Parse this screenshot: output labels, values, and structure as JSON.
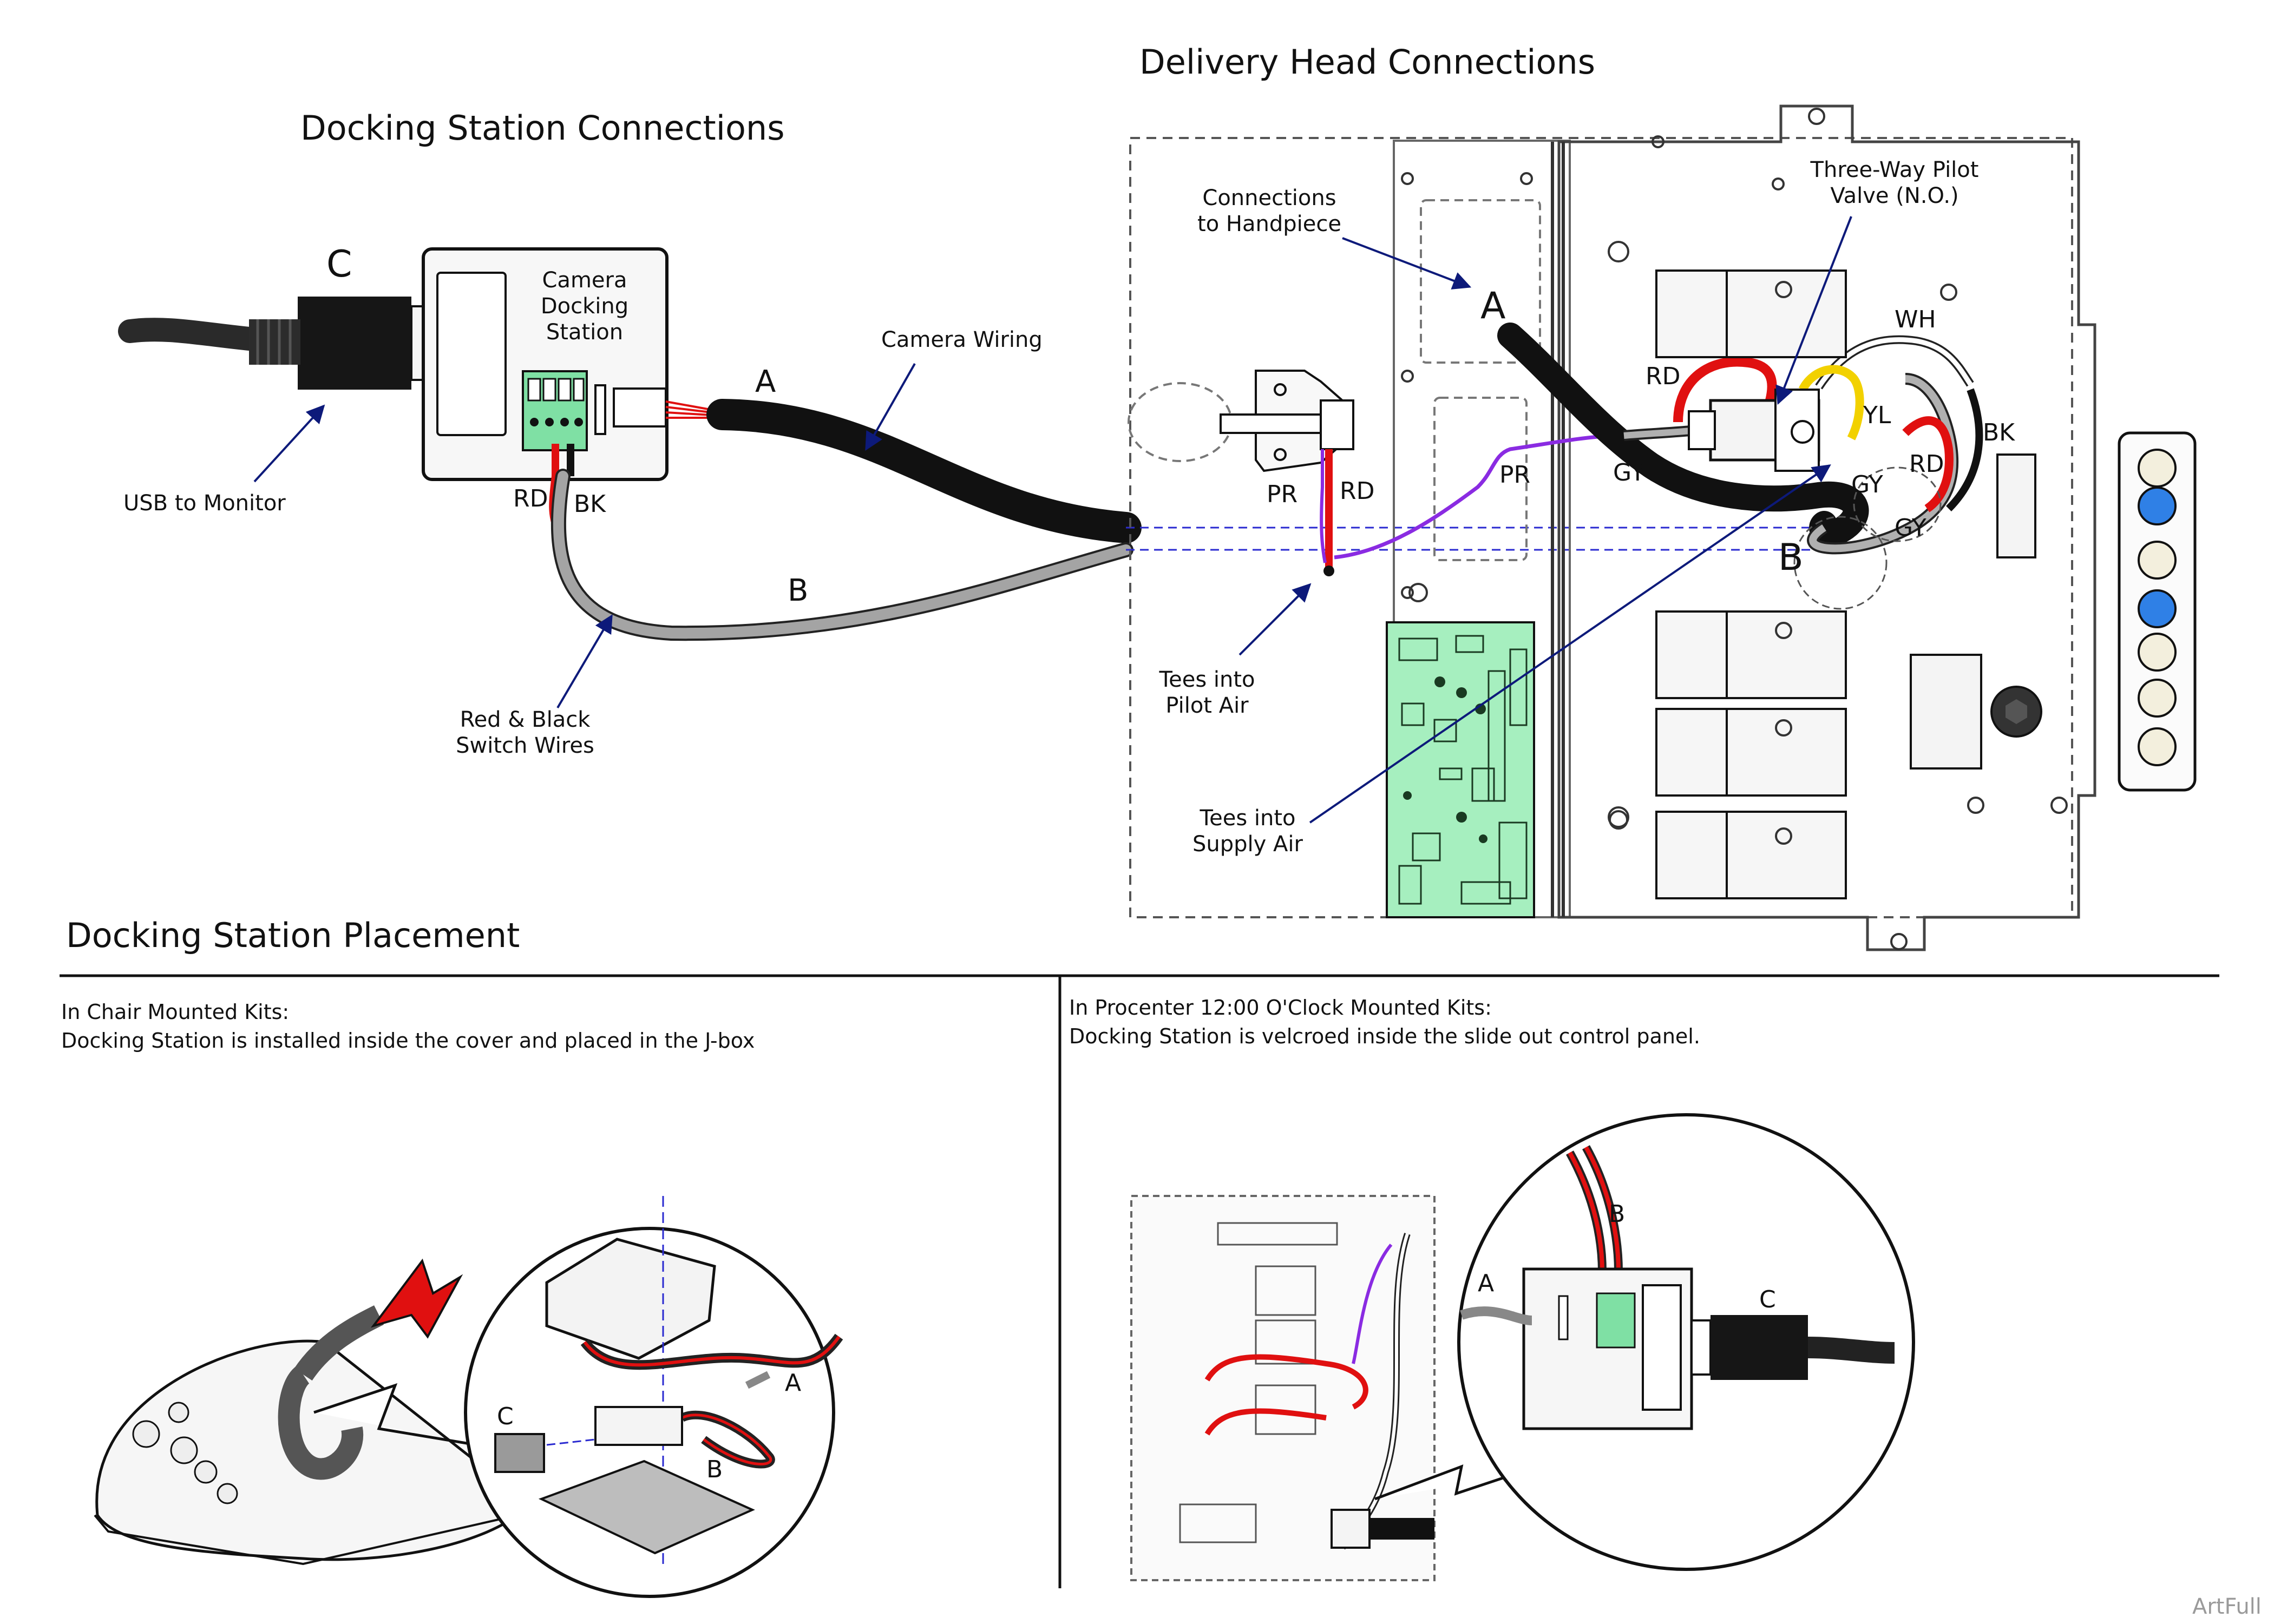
{
  "titles": {
    "docking_station_connections": "Docking Station Connections",
    "delivery_head_connections": "Delivery Head Connections",
    "docking_station_placement": "Docking Station Placement"
  },
  "docking": {
    "callout_c": "C",
    "station_label": [
      "Camera",
      "Docking",
      "Station"
    ],
    "wire_a": "A",
    "wire_b": "B",
    "camera_wiring": "Camera Wiring",
    "usb_to_monitor": "USB to Monitor",
    "rd": "RD",
    "bk": "BK",
    "switch_wires": [
      "Red & Black",
      "Switch Wires"
    ]
  },
  "delivery": {
    "connections_to_handpiece": [
      "Connections",
      "to Handpiece"
    ],
    "three_way_pilot_valve": [
      "Three-Way Pilot",
      "Valve (N.O.)"
    ],
    "wire_a": "A",
    "wire_b": "B",
    "pr": "PR",
    "rd": "RD",
    "pr2": "PR",
    "gy": "GY",
    "rd2": "RD",
    "wh": "WH",
    "yl": "YL",
    "bk": "BK",
    "rd3": "RD",
    "gy2": "GY",
    "gy3": "GY",
    "tees_pilot_air": [
      "Tees into",
      "Pilot Air"
    ],
    "tees_supply_air": [
      "Tees into",
      "Supply Air"
    ]
  },
  "placement": {
    "chair_mounted": {
      "heading": "In Chair Mounted Kits:",
      "text": "Docking Station is installed inside the cover and placed in the J-box",
      "callout_a": "A",
      "callout_b": "B",
      "callout_c": "C"
    },
    "procenter": {
      "heading": "In Procenter 12:00 O'Clock Mounted Kits:",
      "text": "Docking Station is velcroed inside the slide out control panel.",
      "callout_a": "A",
      "callout_b": "B",
      "callout_c": "C"
    }
  },
  "watermark": "ArtFull",
  "colors": {
    "arrow": "#0d1a7a",
    "red_wire": "#e01010",
    "purple_wire": "#8a2be2",
    "gray_wire": "#8c8c8c",
    "black_cable": "#111111",
    "yellow_wire": "#f2d100",
    "pcb_green": "#a6efbf",
    "terminal_green": "#7fe0a4",
    "dial_blue": "#2f80e6",
    "dial_cream": "#f3efdd"
  }
}
